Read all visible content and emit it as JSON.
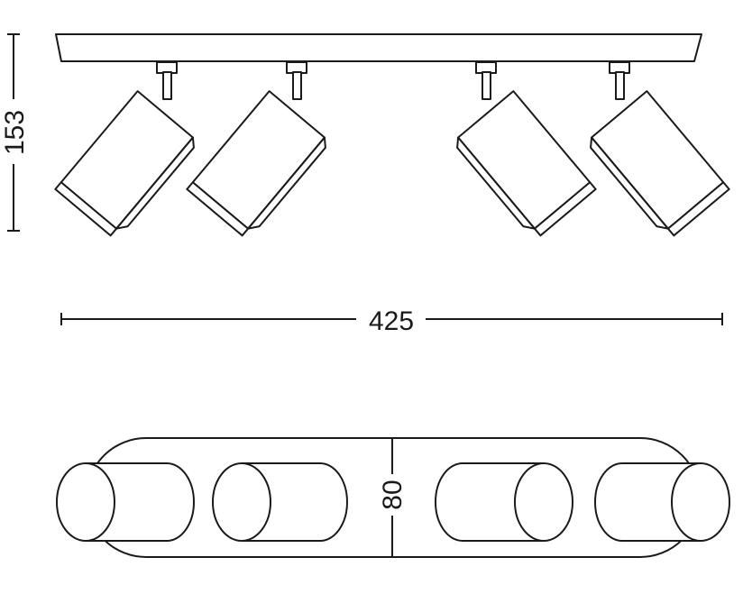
{
  "dimensions": {
    "height_label": "153",
    "width_label": "425",
    "depth_label": "80"
  },
  "colors": {
    "line": "#1a1a1a",
    "background": "#ffffff"
  }
}
